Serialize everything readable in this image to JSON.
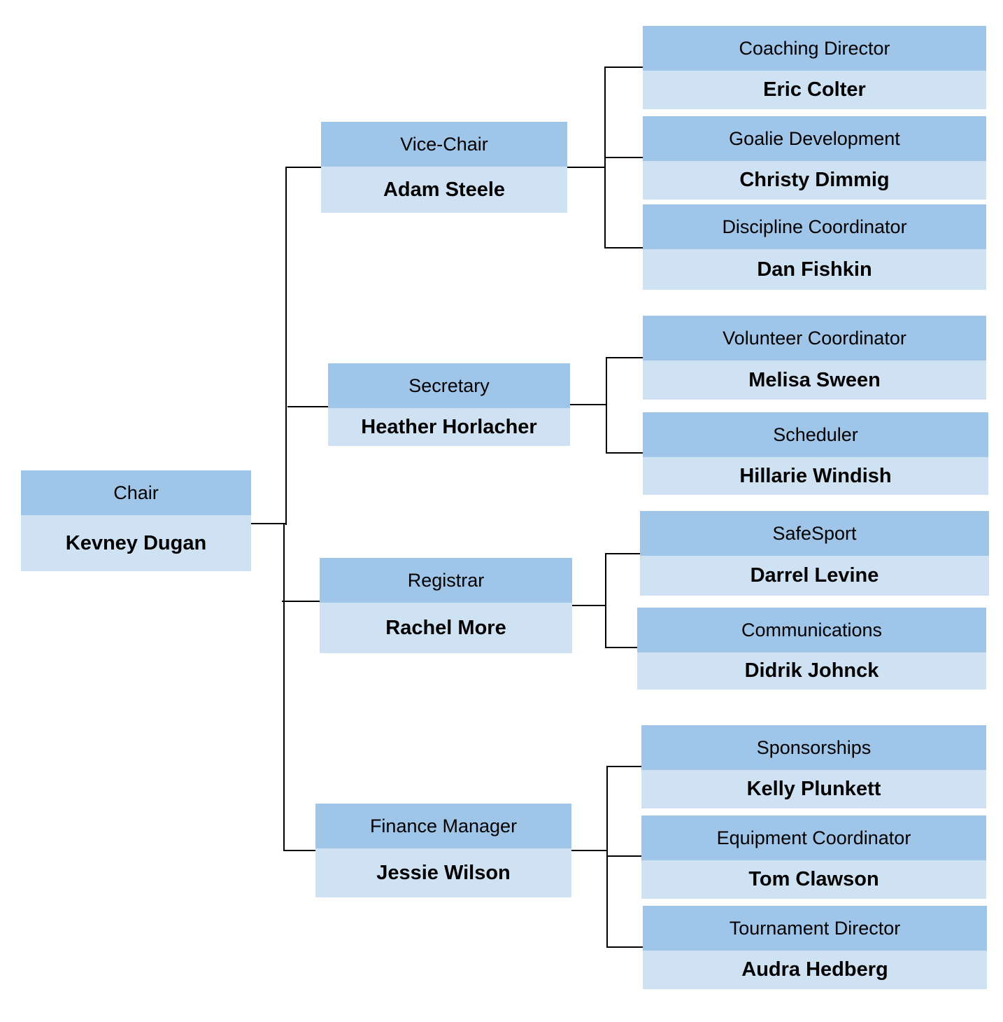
{
  "colors": {
    "title_band": "#9fc5e8",
    "name_band": "#cfe2f3",
    "connector": "#000000"
  },
  "chair": {
    "title": "Chair",
    "name": "Kevney Dugan"
  },
  "vice_chair": {
    "title": "Vice-Chair",
    "name": "Adam Steele"
  },
  "secretary": {
    "title": "Secretary",
    "name": "Heather Horlacher"
  },
  "registrar": {
    "title": "Registrar",
    "name": "Rachel More"
  },
  "finance_manager": {
    "title": "Finance Manager",
    "name": "Jessie Wilson"
  },
  "coaching_director": {
    "title": "Coaching Director",
    "name": "Eric Colter"
  },
  "goalie_development": {
    "title": "Goalie Development",
    "name": "Christy Dimmig"
  },
  "discipline_coordinator": {
    "title": "Discipline Coordinator",
    "name": "Dan Fishkin"
  },
  "volunteer_coordinator": {
    "title": "Volunteer Coordinator",
    "name": "Melisa Sween"
  },
  "scheduler": {
    "title": "Scheduler",
    "name": "Hillarie Windish"
  },
  "safesport": {
    "title": "SafeSport",
    "name": "Darrel Levine"
  },
  "communications": {
    "title": "Communications",
    "name": "Didrik Johnck"
  },
  "sponsorships": {
    "title": "Sponsorships",
    "name": "Kelly Plunkett"
  },
  "equipment_coordinator": {
    "title": "Equipment Coordinator",
    "name": "Tom Clawson"
  },
  "tournament_director": {
    "title": "Tournament Director",
    "name": "Audra Hedberg"
  }
}
